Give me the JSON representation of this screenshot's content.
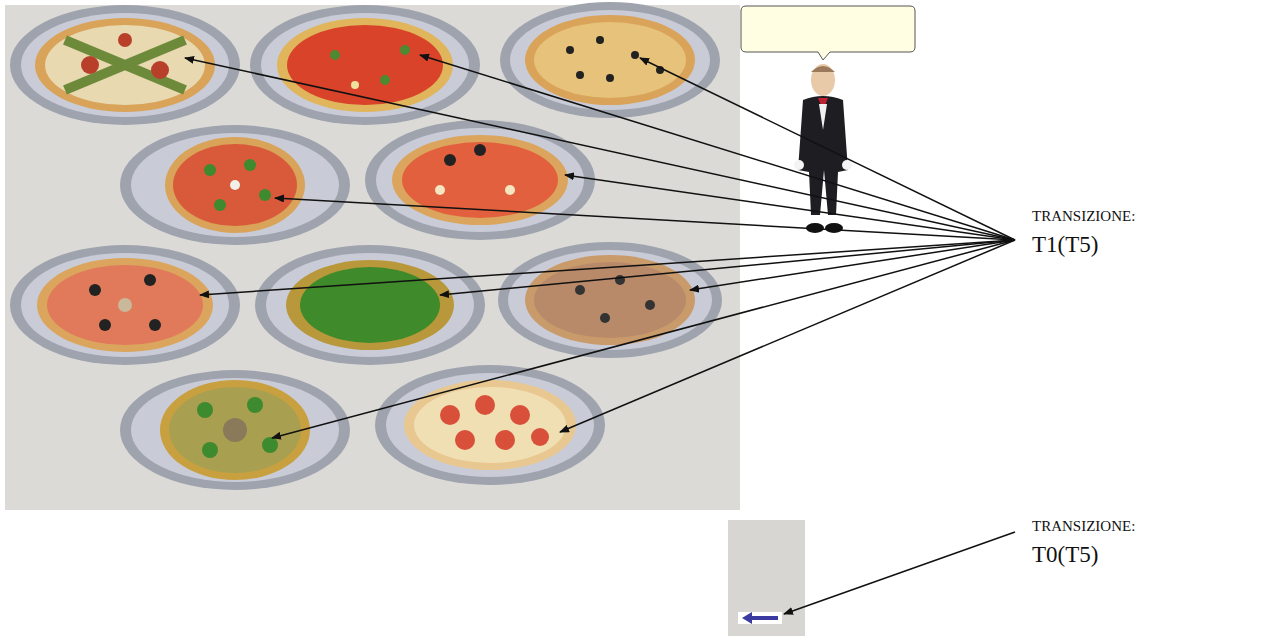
{
  "diagram": {
    "labels": [
      "TRANSIZIONE:",
      "T1(T5)",
      "TRANSIZIONE:",
      "T0(T5)"
    ]
  }
}
